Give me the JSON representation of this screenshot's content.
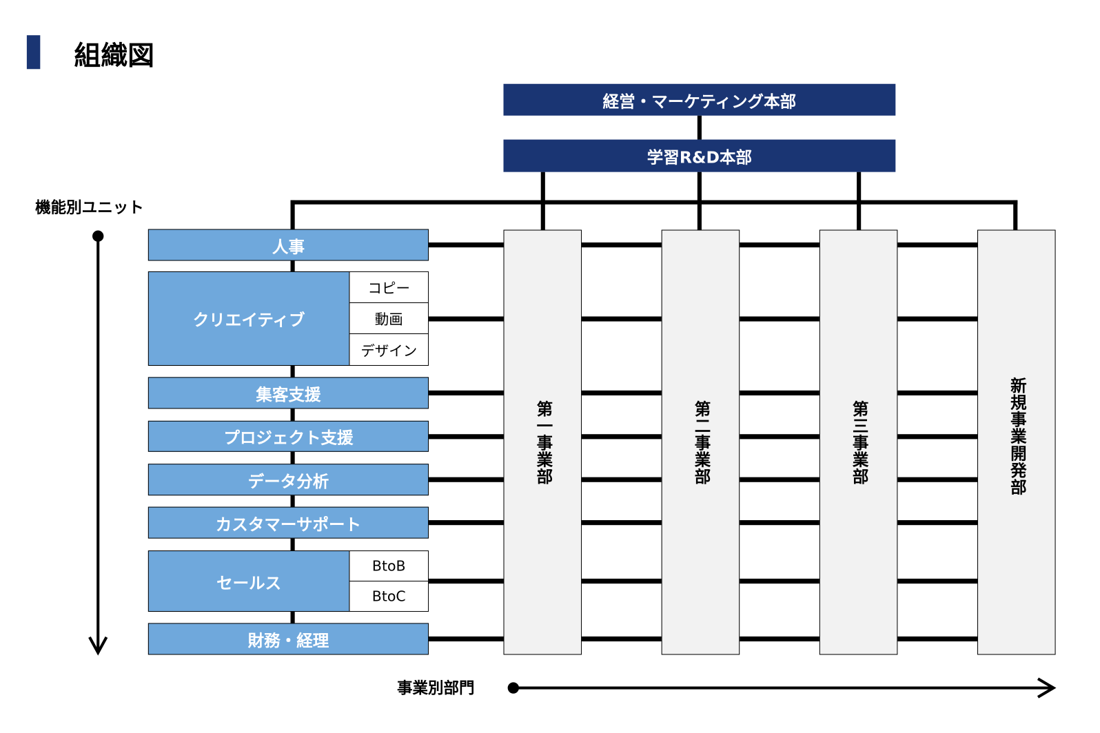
{
  "title": "組織図",
  "top": {
    "management": "経営・マーケティング本部",
    "rd": "学習R&D本部"
  },
  "axis_labels": {
    "functional": "機能別ユニット",
    "business": "事業別部門"
  },
  "functional_units": [
    {
      "label": "人事"
    },
    {
      "label": "クリエイティブ",
      "subs": [
        "コピー",
        "動画",
        "デザイン"
      ]
    },
    {
      "label": "集客支援"
    },
    {
      "label": "プロジェクト支援"
    },
    {
      "label": "データ分析"
    },
    {
      "label": "カスタマーサポート"
    },
    {
      "label": "セールス",
      "subs": [
        "BtoB",
        "BtoC"
      ]
    },
    {
      "label": "財務・経理"
    }
  ],
  "divisions": [
    "第一事業部",
    "第二事業部",
    "第三事業部",
    "新規事業開発部"
  ],
  "colors": {
    "navy": "#1a3573",
    "unit_blue": "#6fa8dc",
    "division_fill": "#f2f2f2"
  }
}
